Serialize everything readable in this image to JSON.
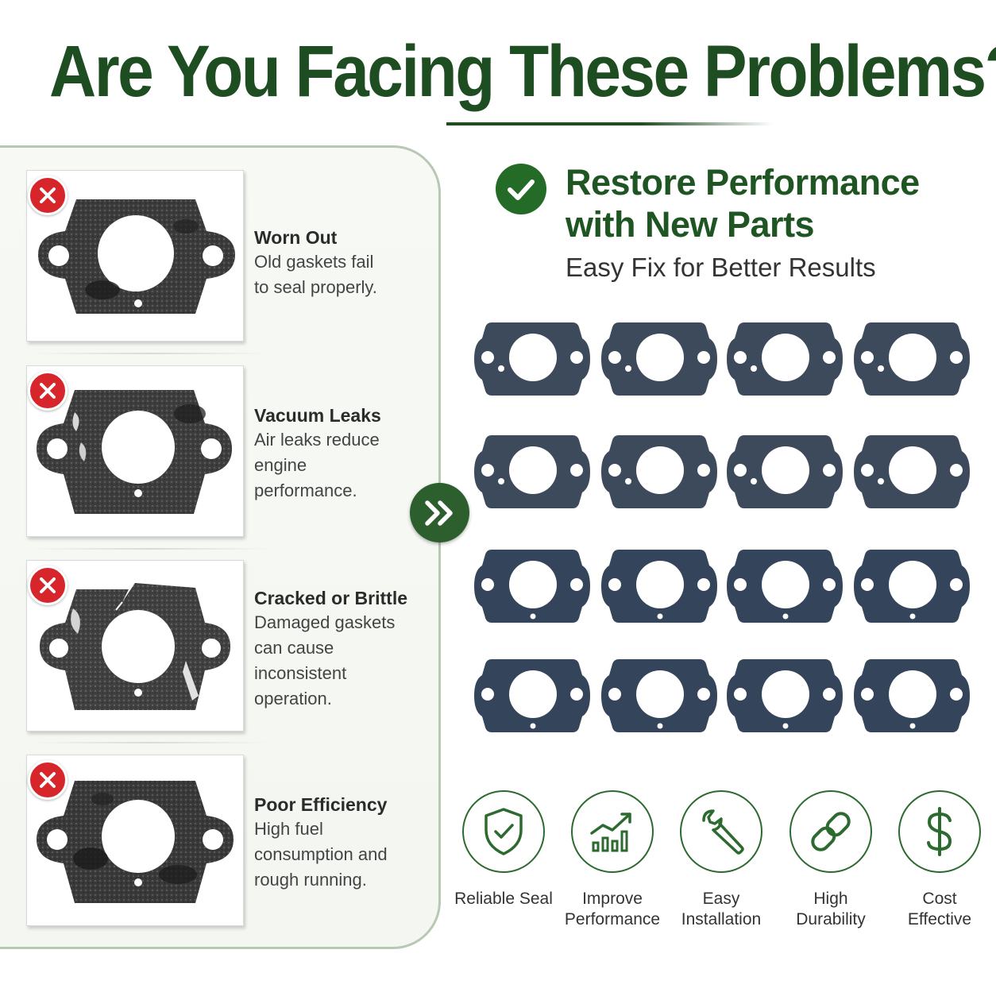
{
  "headline": "Are You Facing These Problems?",
  "problems": [
    {
      "title": "Worn Out",
      "desc_lines": [
        "Old gaskets fail",
        "to seal properly."
      ],
      "icon": "x-icon"
    },
    {
      "title": "Vacuum Leaks",
      "desc_lines": [
        "Air leaks reduce",
        "engine",
        "performance."
      ],
      "icon": "x-icon"
    },
    {
      "title": "Cracked or Brittle",
      "desc_lines": [
        "Damaged gaskets",
        "can cause",
        "inconsistent",
        "operation."
      ],
      "icon": "x-icon"
    },
    {
      "title": "Poor Efficiency",
      "desc_lines": [
        "High fuel",
        "consumption and",
        "rough running."
      ],
      "icon": "x-icon"
    }
  ],
  "solution": {
    "title_lines": [
      "Restore Performance",
      "with New Parts"
    ],
    "subtitle": "Easy Fix for Better Results",
    "icon": "check-icon"
  },
  "benefits": [
    {
      "label_lines": [
        "Reliable Seal"
      ],
      "icon": "shield-check-icon"
    },
    {
      "label_lines": [
        "Improve",
        "Performance"
      ],
      "icon": "growth-chart-icon"
    },
    {
      "label_lines": [
        "Easy",
        "Installation"
      ],
      "icon": "wrench-icon"
    },
    {
      "label_lines": [
        "High",
        "Durability"
      ],
      "icon": "chain-link-icon"
    },
    {
      "label_lines": [
        "Cost",
        "Effective"
      ],
      "icon": "dollar-icon"
    }
  ],
  "colors": {
    "brand_green": "#1f4d22",
    "badge_green": "#2c5e2e",
    "error_red": "#d7262b",
    "gasket_new": "#3d4a5c",
    "gasket_worn": "#3a3a3a"
  }
}
